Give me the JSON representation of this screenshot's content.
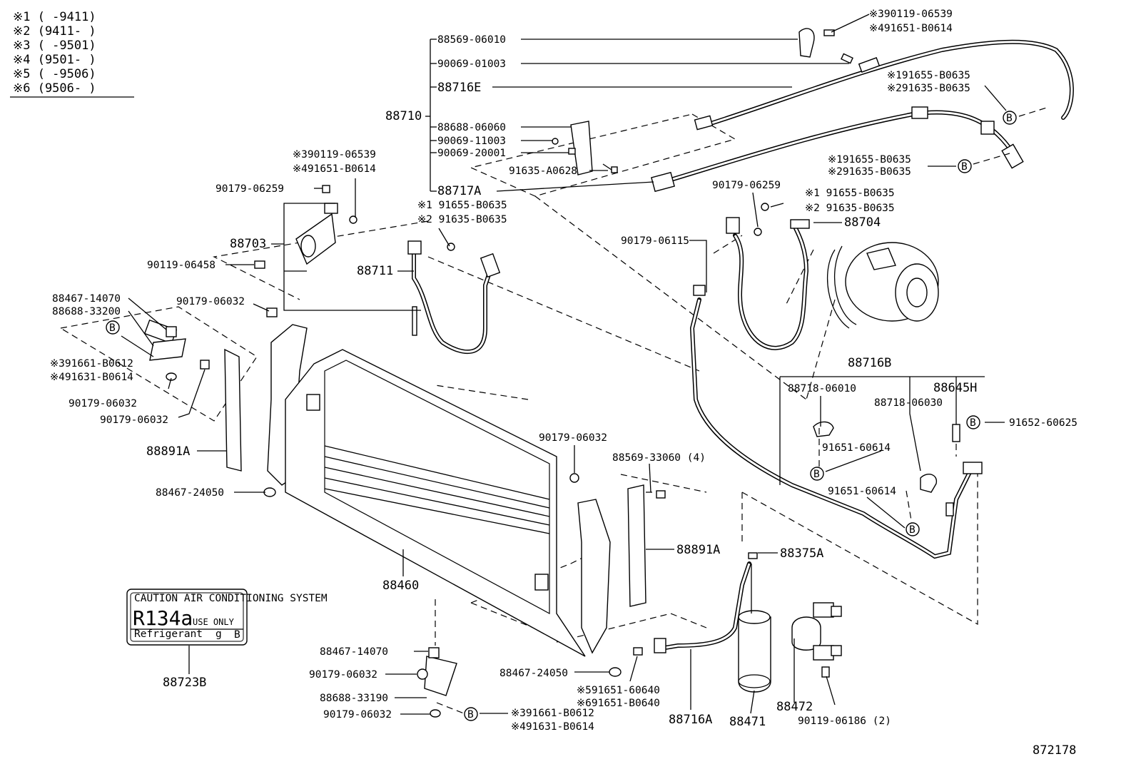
{
  "legend": [
    "※1 (      -9411)",
    "※2 (9411-      )",
    "※3 (      -9501)",
    "※4 (9501-      )",
    "※5 (      -9506)",
    "※6 (9506-      )"
  ],
  "labels": {
    "p88569_06010": "88569-06010",
    "p90069_01003": "90069-01003",
    "p88716E": "88716E",
    "p88710": "88710",
    "p88688_06060": "88688-06060",
    "p90069_11003": "90069-11003",
    "p90069_20001": "90069-20001",
    "p91635_A0628": "91635-A0628",
    "p88717A": "88717A",
    "tr_90119_06539": "※390119-06539",
    "tr_91651_B0614": "※491651-B0614",
    "tr_91655_B0635": "※191655-B0635",
    "tr_91635_B0635": "※291635-B0635",
    "mr_91655_B0635": "※191655-B0635",
    "mr_91635_B0635": "※291635-B0635",
    "p90179_06259_r": "90179-06259",
    "rc_91655_B0635": "※1 91655-B0635",
    "rc_91635_B0635": "※2 91635-B0635",
    "p88704": "88704",
    "p90179_06115": "90179-06115",
    "lc_90119_06539": "※390119-06539",
    "lc_91651_B0614": "※491651-B0614",
    "p90179_06259_l": "90179-06259",
    "p88703": "88703",
    "p90119_06458": "90119-06458",
    "p88711": "88711",
    "mc_91655_B0635": "※1 91655-B0635",
    "mc_91635_B0635": "※2 91635-B0635",
    "p88467_14070_t": "88467-14070",
    "p88688_33200": "88688-33200",
    "p90179_06032_t": "90179-06032",
    "l_91661_B0612": "※391661-B0612",
    "l_91631_B0614": "※491631-B0614",
    "p90179_06032_a": "90179-06032",
    "p90179_06032_b": "90179-06032",
    "p88891A_l": "88891A",
    "p88467_24050_l": "88467-24050",
    "p88716B": "88716B",
    "p88718_06010": "88718-06010",
    "p88645H": "88645H",
    "p88718_06030": "88718-06030",
    "p91652_60625": "91652-60625",
    "p91651_60614_a": "91651-60614",
    "p91651_60614_b": "91651-60614",
    "p90179_06032_m": "90179-06032",
    "p88569_33060": "88569-33060 (4)",
    "p88891A_r": "88891A",
    "p88375A": "88375A",
    "p88460": "88460",
    "p88467_14070_b": "88467-14070",
    "p90179_06032_c": "90179-06032",
    "p88688_33190": "88688-33190",
    "p90179_06032_d": "90179-06032",
    "p88467_24050_b": "88467-24050",
    "b_91651_60640_5": "※591651-60640",
    "b_91651_B0640_6": "※691651-B0640",
    "b_91661_B0612": "※391661-B0612",
    "b_91631_B0614": "※491631-B0614",
    "p88716A": "88716A",
    "p88471": "88471",
    "p88472": "88472",
    "p90119_06186": "90119-06186 (2)",
    "p88723B": "88723B",
    "diagram_no": "872178"
  },
  "caution_label": {
    "header": "CAUTION AIR CONDITIONING SYSTEM",
    "main": "R134a",
    "sub": "USE ONLY",
    "footer_left": "Refrigerant",
    "footer_unit": "g",
    "footer_right": "B"
  },
  "marker_letter": "B"
}
